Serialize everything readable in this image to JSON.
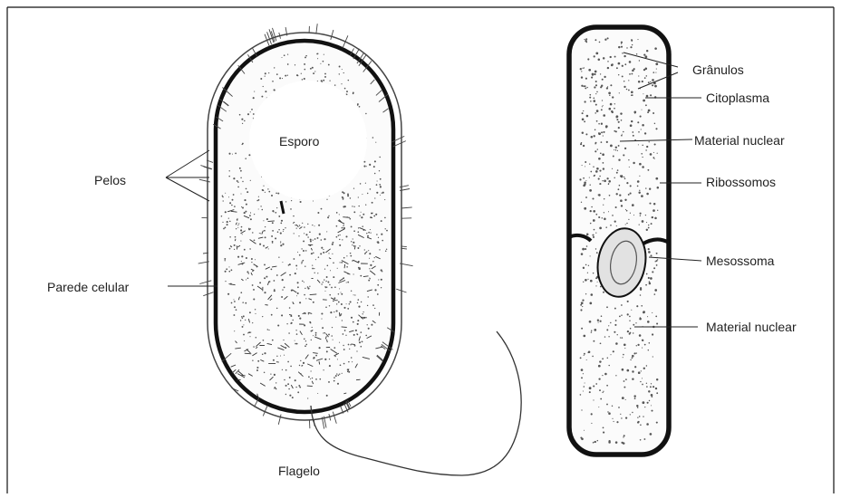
{
  "diagram": {
    "labels": {
      "pelos": "Pelos",
      "parede_celular": "Parede celular",
      "esporo": "Esporo",
      "flagelo": "Flagelo",
      "granulos": "Grânulos",
      "citoplasma": "Citoplasma",
      "material_nuclear_1": "Material nuclear",
      "ribossomos": "Ribossomos",
      "mesossoma": "Mesossoma",
      "material_nuclear_2": "Material nuclear"
    }
  }
}
